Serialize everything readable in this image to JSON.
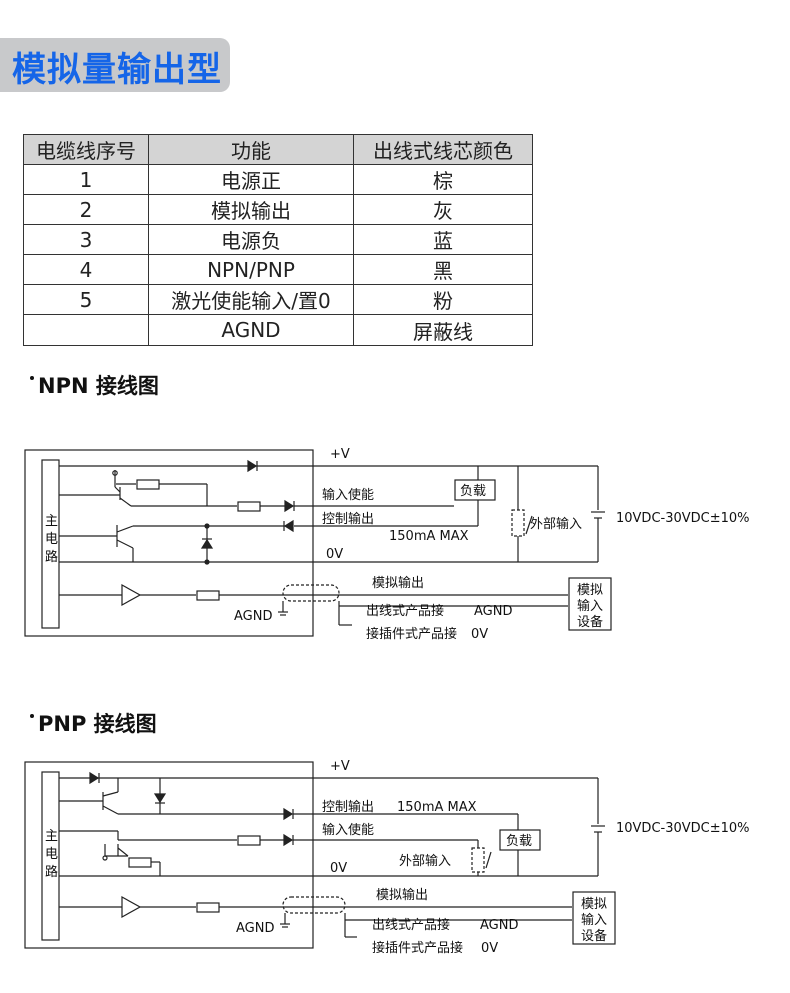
{
  "title": "模拟量输出型",
  "table": {
    "headers": [
      "电缆线序号",
      "功能",
      "出线式线芯颜色"
    ],
    "rows": [
      [
        "1",
        "电源正",
        "棕"
      ],
      [
        "2",
        "模拟输出",
        "灰"
      ],
      [
        "3",
        "电源负",
        "蓝"
      ],
      [
        "4",
        "NPN/PNP",
        "黑"
      ],
      [
        "5",
        "激光使能输入/置0",
        "粉"
      ],
      [
        "",
        "AGND",
        "屏蔽线"
      ]
    ]
  },
  "npn": {
    "heading": "NPN 接线图",
    "main_circuit": [
      "主",
      "电",
      "路"
    ],
    "plus_v": "+V",
    "enable_input": "输入使能",
    "control_output": "控制输出",
    "max_current": "150mA MAX",
    "zero_v": "0V",
    "load": "负载",
    "external_input": "外部输入",
    "supply": "10VDC-30VDC±10%",
    "analog_output": "模拟输出",
    "agnd": "AGND",
    "outlet_product": "出线式产品接",
    "outlet_agnd": "AGND",
    "plugin_product": "接插件式产品接",
    "plugin_0v": "0V",
    "device": [
      "模拟",
      "输入",
      "设备"
    ]
  },
  "pnp": {
    "heading": "PNP 接线图",
    "main_circuit": [
      "主",
      "电",
      "路"
    ],
    "plus_v": "+V",
    "control_output": "控制输出",
    "max_current": "150mA MAX",
    "enable_input": "输入使能",
    "zero_v": "0V",
    "load": "负载",
    "external_input": "外部输入",
    "supply": "10VDC-30VDC±10%",
    "analog_output": "模拟输出",
    "agnd": "AGND",
    "outlet_product": "出线式产品接",
    "outlet_agnd": "AGND",
    "plugin_product": "接插件式产品接",
    "plugin_0v": "0V",
    "device": [
      "模拟",
      "输入",
      "设备"
    ]
  }
}
